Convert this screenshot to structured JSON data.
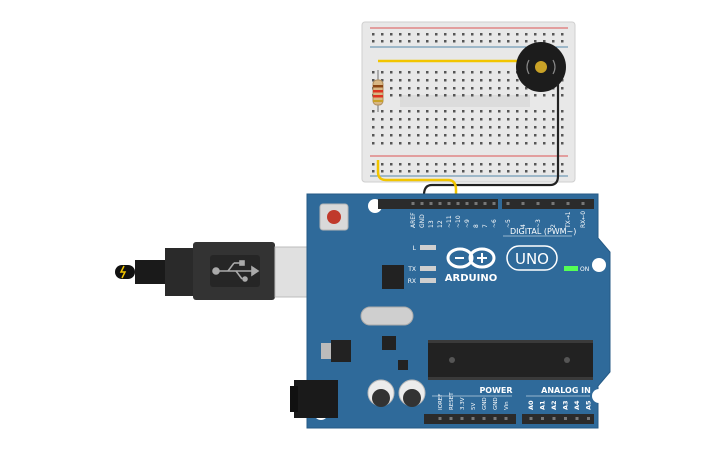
{
  "board": {
    "brand": "ARDUINO",
    "model": "UNO",
    "on_label": "ON",
    "l_label": "L",
    "tx_label": "TX",
    "rx_label": "RX",
    "digital_label": "DIGITAL (PWM~)",
    "power_label": "POWER",
    "analog_label": "ANALOG IN",
    "digital_pins": [
      "AREF",
      "GND",
      "13",
      "12",
      "~11",
      "~10",
      "~9",
      "8",
      "7",
      "~6",
      "~5",
      "4",
      "~3",
      "2",
      "TX→1",
      "RX←0"
    ],
    "power_pins": [
      "IOREF",
      "RESET",
      "3.3V",
      "5V",
      "GND",
      "GND",
      "Vin"
    ],
    "analog_pins": [
      "A0",
      "A1",
      "A2",
      "A3",
      "A4",
      "A5"
    ],
    "colors": {
      "board": "#2f6a9a",
      "header": "#2b2b2b",
      "chip": "#222222",
      "brand_text": "#ffffff"
    }
  },
  "breadboard": {
    "color": "#e6e6e6",
    "rail_red": "#d44",
    "rail_blue": "#57a"
  },
  "components": {
    "buzzer": {
      "kind": "piezo-buzzer"
    },
    "resistor": {
      "kind": "resistor"
    },
    "usb": {
      "kind": "usb-cable"
    },
    "power_jack": {
      "kind": "dc-jack"
    }
  },
  "wires": [
    {
      "from": "breadboard",
      "to": "pin ~11",
      "color": "#f2c500"
    },
    {
      "from": "buzzer",
      "to": "GND",
      "color": "#222222"
    }
  ]
}
